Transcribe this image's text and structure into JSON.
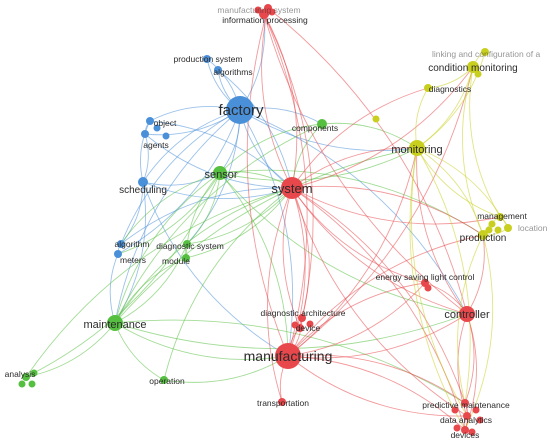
{
  "colors": {
    "red": "#e8474b",
    "blue": "#4a90d9",
    "green": "#55c040",
    "yellow": "#c9cf1f",
    "background": "#ffffff"
  },
  "nodes": [
    {
      "id": "manufacturing-system",
      "label": "manufacturing system",
      "cluster": "red",
      "weight": 1,
      "faded": true
    },
    {
      "id": "information-processing",
      "label": "information processing",
      "cluster": "red",
      "weight": 1
    },
    {
      "id": "production-system",
      "label": "production system",
      "cluster": "blue",
      "weight": 1
    },
    {
      "id": "algorithms",
      "label": "algorithms",
      "cluster": "blue",
      "weight": 1
    },
    {
      "id": "factory",
      "label": "factory",
      "cluster": "blue",
      "weight": 5
    },
    {
      "id": "object",
      "label": "object",
      "cluster": "blue",
      "weight": 1
    },
    {
      "id": "agents",
      "label": "agents",
      "cluster": "blue",
      "weight": 1
    },
    {
      "id": "scheduling",
      "label": "scheduling",
      "cluster": "blue",
      "weight": 2
    },
    {
      "id": "algorithm",
      "label": "algorithm",
      "cluster": "blue",
      "weight": 1
    },
    {
      "id": "meters",
      "label": "meters",
      "cluster": "blue",
      "weight": 1
    },
    {
      "id": "components",
      "label": "components",
      "cluster": "green",
      "weight": 1
    },
    {
      "id": "sensor",
      "label": "sensor",
      "cluster": "green",
      "weight": 3
    },
    {
      "id": "diagnostic-system",
      "label": "diagnostic system",
      "cluster": "green",
      "weight": 1
    },
    {
      "id": "module",
      "label": "module",
      "cluster": "green",
      "weight": 1
    },
    {
      "id": "maintenance",
      "label": "maintenance",
      "cluster": "green",
      "weight": 3
    },
    {
      "id": "analysis",
      "label": "analysis",
      "cluster": "green",
      "weight": 1
    },
    {
      "id": "operation",
      "label": "operation",
      "cluster": "green",
      "weight": 1
    },
    {
      "id": "system",
      "label": "system",
      "cluster": "red",
      "weight": 4
    },
    {
      "id": "manufacturing",
      "label": "manufacturing",
      "cluster": "red",
      "weight": 5
    },
    {
      "id": "diagnostic-architecture",
      "label": "diagnostic architecture",
      "cluster": "red",
      "weight": 1
    },
    {
      "id": "device",
      "label": "device",
      "cluster": "red",
      "weight": 1
    },
    {
      "id": "transportation",
      "label": "transportation",
      "cluster": "red",
      "weight": 1
    },
    {
      "id": "energy-saving-light-control",
      "label": "energy saving light control",
      "cluster": "red",
      "weight": 1
    },
    {
      "id": "controller",
      "label": "controller",
      "cluster": "red",
      "weight": 3
    },
    {
      "id": "predictive-maintenance",
      "label": "predictive maintenance",
      "cluster": "red",
      "weight": 1
    },
    {
      "id": "data-analytics",
      "label": "data analytics",
      "cluster": "red",
      "weight": 1
    },
    {
      "id": "devices",
      "label": "devices",
      "cluster": "red",
      "weight": 1
    },
    {
      "id": "linking-and-configuration",
      "label": "linking and configuration of a",
      "cluster": "yellow",
      "weight": 1,
      "faded": true
    },
    {
      "id": "condition-monitoring",
      "label": "condition monitoring",
      "cluster": "yellow",
      "weight": 2
    },
    {
      "id": "diagnostics",
      "label": "diagnostics",
      "cluster": "yellow",
      "weight": 1
    },
    {
      "id": "monitoring",
      "label": "monitoring",
      "cluster": "yellow",
      "weight": 3
    },
    {
      "id": "management",
      "label": "management",
      "cluster": "yellow",
      "weight": 1
    },
    {
      "id": "production",
      "label": "production",
      "cluster": "yellow",
      "weight": 2
    },
    {
      "id": "location",
      "label": "location",
      "cluster": "yellow",
      "weight": 1,
      "faded": true,
      "partial": true
    }
  ],
  "edges": [
    [
      "factory",
      "system"
    ],
    [
      "factory",
      "sensor"
    ],
    [
      "factory",
      "scheduling"
    ],
    [
      "factory",
      "agents"
    ],
    [
      "factory",
      "object"
    ],
    [
      "factory",
      "algorithms"
    ],
    [
      "factory",
      "production-system"
    ],
    [
      "factory",
      "components"
    ],
    [
      "factory",
      "maintenance"
    ],
    [
      "factory",
      "manufacturing"
    ],
    [
      "factory",
      "monitoring"
    ],
    [
      "factory",
      "controller"
    ],
    [
      "factory",
      "algorithm"
    ],
    [
      "factory",
      "meters"
    ],
    [
      "factory",
      "information-processing"
    ],
    [
      "factory",
      "diagnostic-system"
    ],
    [
      "scheduling",
      "system"
    ],
    [
      "scheduling",
      "maintenance"
    ],
    [
      "scheduling",
      "sensor"
    ],
    [
      "scheduling",
      "algorithm"
    ],
    [
      "scheduling",
      "agents"
    ],
    [
      "scheduling",
      "object"
    ],
    [
      "scheduling",
      "manufacturing"
    ],
    [
      "agents",
      "object"
    ],
    [
      "agents",
      "system"
    ],
    [
      "object",
      "system"
    ],
    [
      "algorithm",
      "meters"
    ],
    [
      "algorithm",
      "system"
    ],
    [
      "meters",
      "maintenance"
    ],
    [
      "algorithms",
      "system"
    ],
    [
      "production-system",
      "factory"
    ],
    [
      "sensor",
      "system"
    ],
    [
      "sensor",
      "maintenance"
    ],
    [
      "sensor",
      "manufacturing"
    ],
    [
      "sensor",
      "monitoring"
    ],
    [
      "sensor",
      "components"
    ],
    [
      "sensor",
      "module"
    ],
    [
      "sensor",
      "diagnostic-system"
    ],
    [
      "sensor",
      "algorithm"
    ],
    [
      "sensor",
      "meters"
    ],
    [
      "sensor",
      "controller"
    ],
    [
      "sensor",
      "production"
    ],
    [
      "components",
      "system"
    ],
    [
      "components",
      "monitoring"
    ],
    [
      "components",
      "maintenance"
    ],
    [
      "maintenance",
      "system"
    ],
    [
      "maintenance",
      "manufacturing"
    ],
    [
      "maintenance",
      "analysis"
    ],
    [
      "maintenance",
      "operation"
    ],
    [
      "maintenance",
      "module"
    ],
    [
      "maintenance",
      "diagnostic-system"
    ],
    [
      "maintenance",
      "monitoring"
    ],
    [
      "maintenance",
      "controller"
    ],
    [
      "maintenance",
      "predictive-maintenance"
    ],
    [
      "operation",
      "manufacturing"
    ],
    [
      "operation",
      "system"
    ],
    [
      "analysis",
      "sensor"
    ],
    [
      "analysis",
      "system"
    ],
    [
      "module",
      "system"
    ],
    [
      "module",
      "diagnostic-system"
    ],
    [
      "diagnostic-system",
      "system"
    ],
    [
      "system",
      "manufacturing"
    ],
    [
      "system",
      "controller"
    ],
    [
      "system",
      "monitoring"
    ],
    [
      "system",
      "information-processing"
    ],
    [
      "system",
      "manufacturing-system"
    ],
    [
      "system",
      "device"
    ],
    [
      "system",
      "diagnostic-architecture"
    ],
    [
      "system",
      "energy-saving-light-control"
    ],
    [
      "system",
      "predictive-maintenance"
    ],
    [
      "system",
      "data-analytics"
    ],
    [
      "system",
      "devices"
    ],
    [
      "system",
      "transportation"
    ],
    [
      "system",
      "production"
    ],
    [
      "system",
      "condition-monitoring"
    ],
    [
      "system",
      "diagnostics"
    ],
    [
      "system",
      "management"
    ],
    [
      "information-processing",
      "manufacturing"
    ],
    [
      "information-processing",
      "controller"
    ],
    [
      "information-processing",
      "device"
    ],
    [
      "manufacturing-system",
      "manufacturing"
    ],
    [
      "manufacturing-system",
      "controller"
    ],
    [
      "manufacturing",
      "controller"
    ],
    [
      "manufacturing",
      "predictive-maintenance"
    ],
    [
      "manufacturing",
      "data-analytics"
    ],
    [
      "manufacturing",
      "devices"
    ],
    [
      "manufacturing",
      "transportation"
    ],
    [
      "manufacturing",
      "device"
    ],
    [
      "manufacturing",
      "diagnostic-architecture"
    ],
    [
      "manufacturing",
      "energy-saving-light-control"
    ],
    [
      "manufacturing",
      "monitoring"
    ],
    [
      "manufacturing",
      "production"
    ],
    [
      "manufacturing",
      "condition-monitoring"
    ],
    [
      "controller",
      "predictive-maintenance"
    ],
    [
      "controller",
      "data-analytics"
    ],
    [
      "controller",
      "devices"
    ],
    [
      "controller",
      "production"
    ],
    [
      "controller",
      "monitoring"
    ],
    [
      "controller",
      "energy-saving-light-control"
    ],
    [
      "energy-saving-light-control",
      "manufacturing"
    ],
    [
      "diagnostic-architecture",
      "device"
    ],
    [
      "predictive-maintenance",
      "data-analytics"
    ],
    [
      "data-analytics",
      "devices"
    ],
    [
      "predictive-maintenance",
      "devices"
    ],
    [
      "monitoring",
      "condition-monitoring"
    ],
    [
      "monitoring",
      "diagnostics"
    ],
    [
      "monitoring",
      "linking-and-configuration"
    ],
    [
      "monitoring",
      "production"
    ],
    [
      "monitoring",
      "management"
    ],
    [
      "monitoring",
      "location"
    ],
    [
      "monitoring",
      "data-analytics"
    ],
    [
      "monitoring",
      "predictive-maintenance"
    ],
    [
      "monitoring",
      "devices"
    ],
    [
      "condition-monitoring",
      "linking-and-configuration"
    ],
    [
      "condition-monitoring",
      "production"
    ],
    [
      "condition-monitoring",
      "diagnostics"
    ],
    [
      "condition-monitoring",
      "management"
    ],
    [
      "production",
      "management"
    ],
    [
      "production",
      "location"
    ],
    [
      "production",
      "devices"
    ],
    [
      "production",
      "predictive-maintenance"
    ],
    [
      "management",
      "location"
    ]
  ]
}
